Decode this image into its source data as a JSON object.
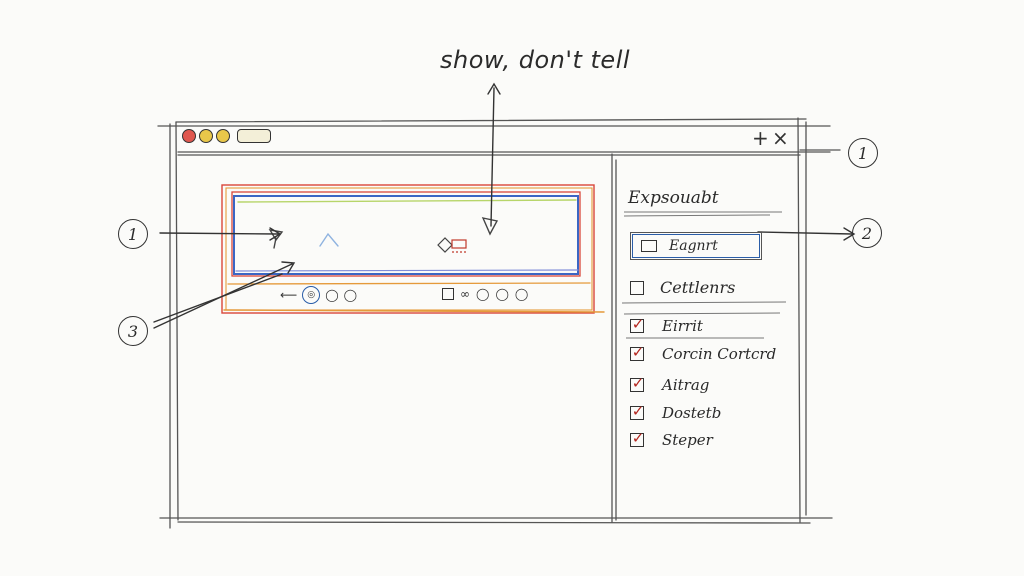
{
  "annotation": {
    "title": "show, don't tell",
    "callouts": [
      "1",
      "2",
      "3",
      "1"
    ]
  },
  "window": {
    "controls": {
      "add": "+",
      "close": "×"
    },
    "traffic_lights": [
      "#e0574f",
      "#e9c74a",
      "#e9c74a"
    ]
  },
  "panel": {
    "heading": "Expsouabt",
    "input_value": "Eagnrt",
    "input_icon": "image-icon",
    "items": [
      {
        "label": "Cettlenrs",
        "checked": false
      },
      {
        "label": "Eirrit",
        "checked": true
      },
      {
        "label": "Corcin Cortcrd",
        "checked": true
      },
      {
        "label": "Aitrag",
        "checked": true
      },
      {
        "label": "Dostetb",
        "checked": true
      },
      {
        "label": "Steper",
        "checked": true
      }
    ]
  },
  "canvas": {
    "toolbar_left": [
      "arrow-left-icon",
      "target-icon",
      "circle-icon"
    ],
    "toolbar_right": [
      "square-icon",
      "link-icon",
      "circle-icon",
      "circle-icon",
      "circle-icon"
    ]
  },
  "colors": {
    "frame_red": "#d9473a",
    "frame_orange": "#e59a3b",
    "frame_blue": "#3b66c4",
    "frame_green": "#b7d56a",
    "accent_blue": "#2a5da8",
    "check_red": "#b3261e"
  }
}
